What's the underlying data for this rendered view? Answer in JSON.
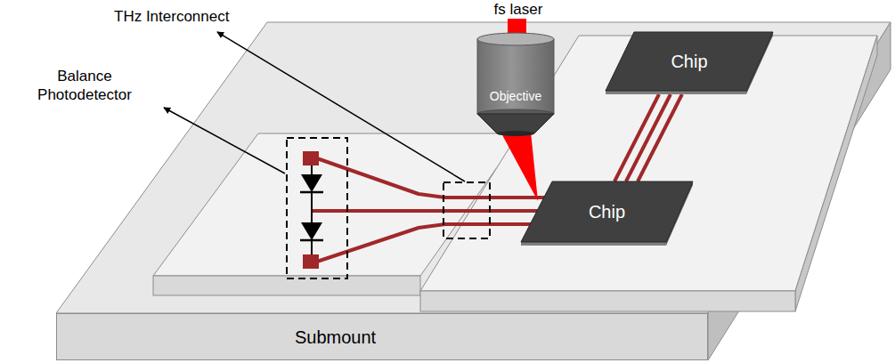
{
  "diagram": {
    "nodes": [
      {
        "text": [
          "Chip"
        ]
      },
      {
        "text": [
          "Objective"
        ]
      },
      {
        "text": [
          "Chip"
        ]
      },
      {
        "text": [
          "Submount"
        ]
      }
    ],
    "edges": [
      {
        "from": 2,
        "to": 0,
        "arrow": "none"
      },
      {
        "from": 2,
        "to": 0,
        "arrow": "none"
      },
      {
        "from": 2,
        "to": 0,
        "arrow": "none"
      }
    ],
    "labels": [
      "fs laser",
      "THz Interconnect",
      "Balance Photodetector"
    ]
  }
}
